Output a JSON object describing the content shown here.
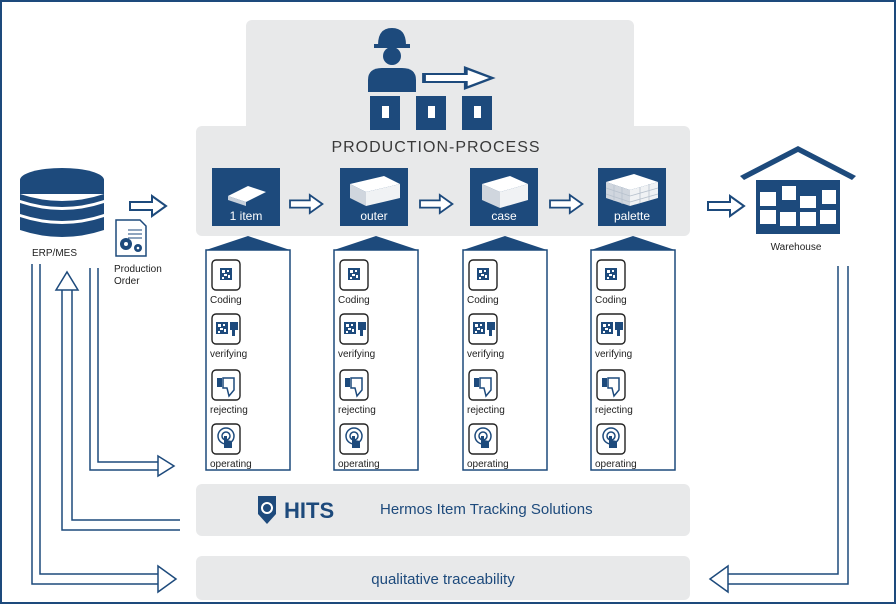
{
  "colors": {
    "primary": "#1d4a7c",
    "panel": "#e8e9ea",
    "border": "#1d4a7c"
  },
  "header": {
    "title": "PRODUCTION-PROCESS"
  },
  "erp": {
    "label": "ERP/MES",
    "order_label_line1": "Production",
    "order_label_line2": "Order"
  },
  "warehouse": {
    "label": "Warehouse"
  },
  "stages": [
    {
      "label": "1 item",
      "icon": "item-icon"
    },
    {
      "label": "outer",
      "icon": "outer-box-icon"
    },
    {
      "label": "case",
      "icon": "case-box-icon"
    },
    {
      "label": "palette",
      "icon": "pallet-icon"
    }
  ],
  "steps": [
    {
      "label": "Coding",
      "icon": "datamatrix-icon"
    },
    {
      "label": "verifying",
      "icon": "scanner-icon"
    },
    {
      "label": "rejecting",
      "icon": "thumbs-down-icon"
    },
    {
      "label": "operating",
      "icon": "touch-icon"
    }
  ],
  "hits": {
    "logo_text": "HITS",
    "name": "Hermos Item Tracking Solutions"
  },
  "footer": {
    "label": "qualitative traceability"
  }
}
